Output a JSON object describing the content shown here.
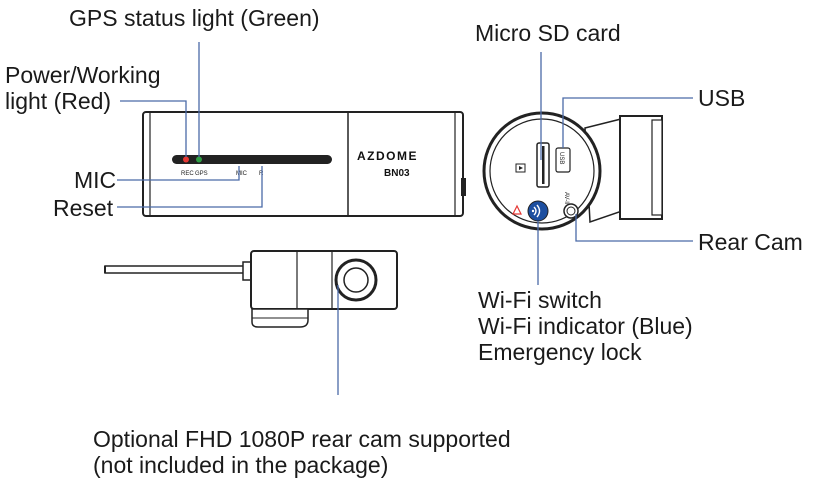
{
  "callouts": {
    "gps": "GPS status light (Green)",
    "power_line1": "Power/Working",
    "power_line2": "light (Red)",
    "mic": "MIC",
    "reset": "Reset",
    "microsd": "Micro SD card",
    "usb": "USB",
    "rear_cam": "Rear Cam",
    "wifi_switch": "Wi-Fi switch",
    "wifi_indicator": "Wi-Fi indicator (Blue)",
    "emergency_lock": "Emergency lock",
    "optional_line1": "Optional FHD 1080P rear cam supported",
    "optional_line2": "(not included in the package)"
  },
  "device": {
    "brand": "AZDOME",
    "model": "BN03",
    "rec_label": "REC",
    "gps_label": "GPS",
    "mic_label": "MIC",
    "reset_label": "R",
    "usb_label": "USB",
    "avin_label": "AV-IN"
  },
  "colors": {
    "rec_led": "#e53935",
    "gps_led": "#2e9e44",
    "wifi_button": "#1d4fa0",
    "leader_line": "#4a6aa8"
  }
}
